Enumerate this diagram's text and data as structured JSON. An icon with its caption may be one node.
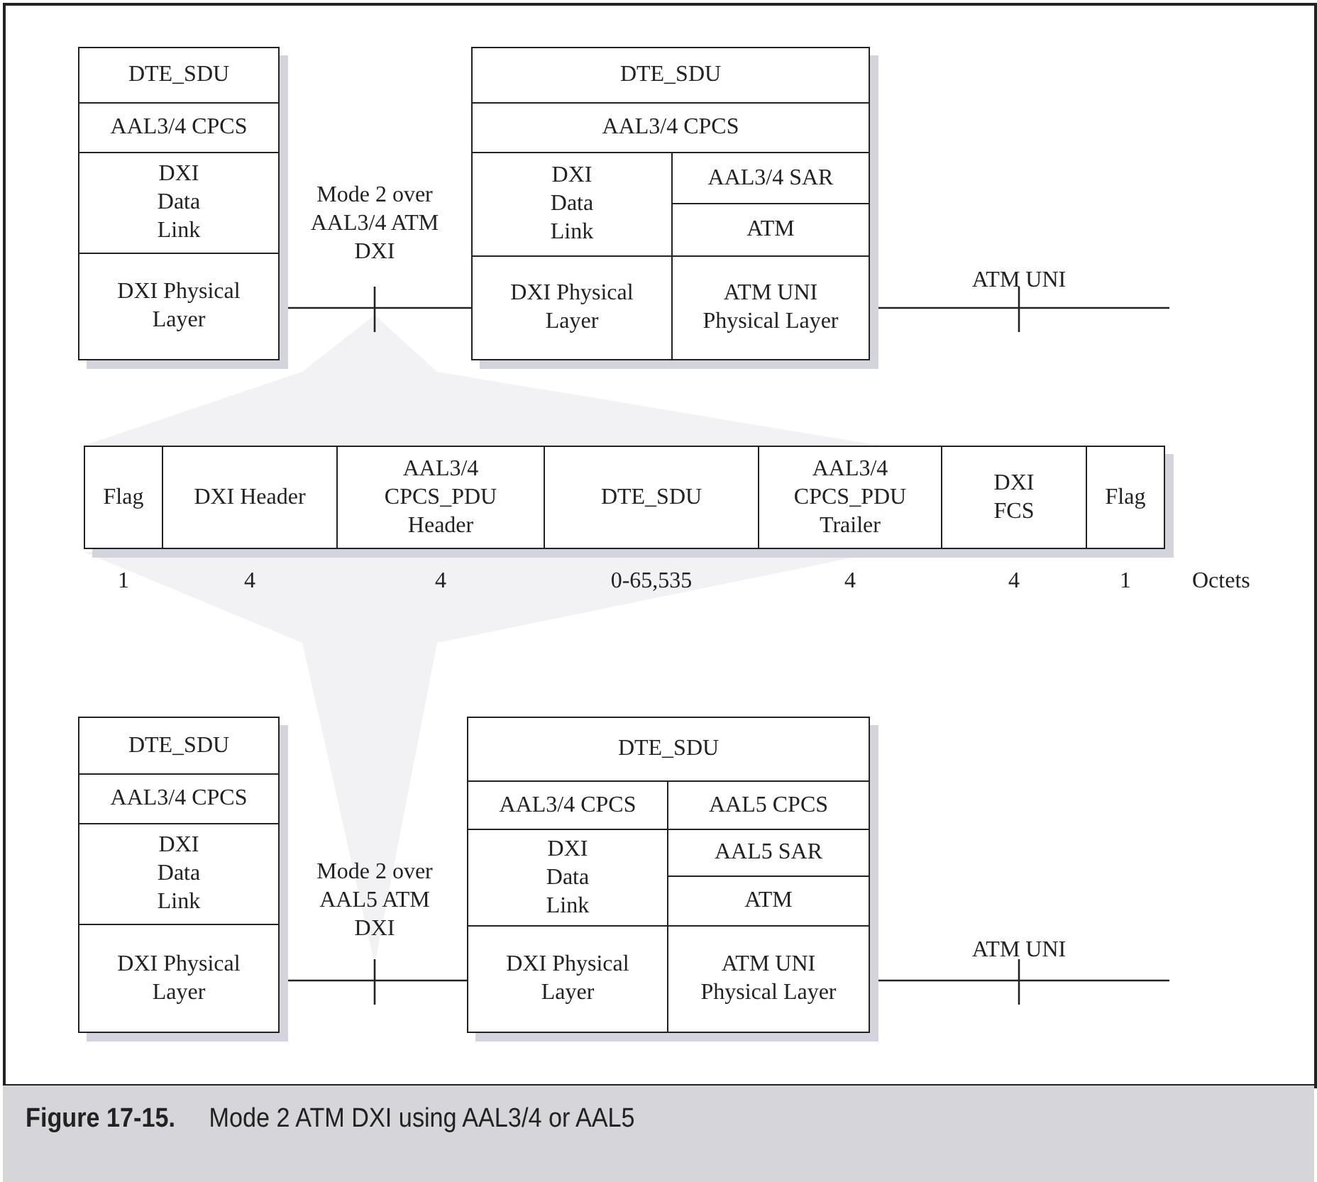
{
  "diagram": {
    "caption": "**Figure 17-15.** Mode 2 ATM DXI using AAL3/4 or AAL5",
    "nodes": [
      {
        "text": [
          "DTE_SDU"
        ]
      },
      {
        "text": [
          "AAL3/4 CPCS"
        ]
      },
      {
        "text": [
          "DXI Data Link"
        ]
      },
      {
        "text": [
          "DXI Physical Layer"
        ]
      },
      {
        "text": [
          "DTE_SDU"
        ]
      },
      {
        "text": [
          "AAL3/4 CPCS"
        ]
      },
      {
        "text": [
          "DXI Data Link"
        ]
      },
      {
        "text": [
          "AAL3/4 SAR"
        ]
      },
      {
        "text": [
          "ATM"
        ]
      },
      {
        "text": [
          "DXI Physical Layer"
        ]
      },
      {
        "text": [
          "ATM UNI Physical Layer"
        ]
      },
      {
        "text": [
          "Flag"
        ],
        "beside": [
          "1"
        ]
      },
      {
        "text": [
          "DXI Header"
        ],
        "beside": [
          "4"
        ]
      },
      {
        "text": [
          "AAL3/4 CPCS_PDU Header"
        ],
        "beside": [
          "4"
        ]
      },
      {
        "text": [
          "DTE_SDU"
        ],
        "beside": [
          "0-65,535"
        ]
      },
      {
        "text": [
          "AAL3/4 CPCS_PDU Trailer"
        ],
        "beside": [
          "4"
        ]
      },
      {
        "text": [
          "DXI FCS"
        ],
        "beside": [
          "4"
        ]
      },
      {
        "text": [
          "Flag"
        ],
        "beside": [
          "1"
        ]
      },
      {
        "text": [
          "DTE_SDU"
        ]
      },
      {
        "text": [
          "AAL3/4 CPCS"
        ]
      },
      {
        "text": [
          "DXI Data Link"
        ]
      },
      {
        "text": [
          "DXI Physical Layer"
        ]
      },
      {
        "text": [
          "DTE_SDU"
        ]
      },
      {
        "text": [
          "AAL3/4 CPCS"
        ]
      },
      {
        "text": [
          "AAL5 CPCS"
        ]
      },
      {
        "text": [
          "DXI Data Link"
        ]
      },
      {
        "text": [
          "AAL5 SAR"
        ]
      },
      {
        "text": [
          "ATM"
        ]
      },
      {
        "text": [
          "DXI Physical Layer"
        ]
      },
      {
        "text": [
          "ATM UNI Physical Layer"
        ]
      }
    ],
    "edges": [
      {
        "from": 3,
        "to": 9,
        "arrow": "none",
        "label": "Mode 2 over AAL3/4 ATM DXI"
      },
      {
        "from": 10,
        "to": null,
        "arrow": "none",
        "label": "ATM UNI"
      },
      {
        "from": 21,
        "to": 28,
        "arrow": "none",
        "label": "Mode 2 over AAL5 ATM DXI"
      },
      {
        "from": 29,
        "to": null,
        "arrow": "none",
        "label": "ATM UNI"
      }
    ],
    "labels": [
      "Octets"
    ]
  }
}
